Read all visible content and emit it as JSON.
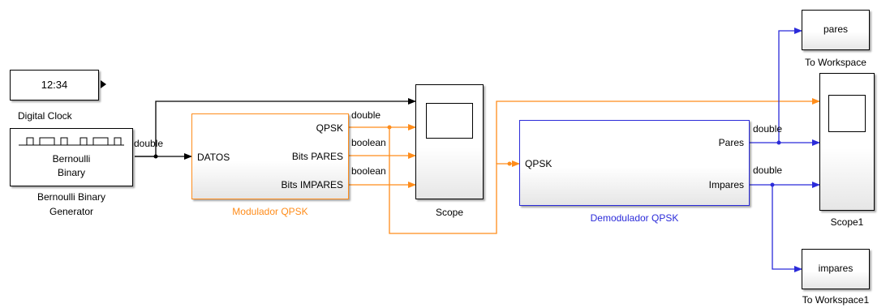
{
  "colors": {
    "black_wire": "#000000",
    "orange_wire": "#ff8c1a",
    "blue_wire": "#2b2bd9",
    "block_border": "#000000"
  },
  "blocks": {
    "digital_clock": {
      "display": "12:34",
      "label": "Digital Clock"
    },
    "bernoulli": {
      "text_line1": "Bernoulli",
      "text_line2": "Binary",
      "label_line1": "Bernoulli Binary",
      "label_line2": "Generator"
    },
    "modulator": {
      "in_port": "DATOS",
      "out_port1": "QPSK",
      "out_port2": "Bits PARES",
      "out_port3": "Bits IMPARES",
      "label": "Modulador QPSK"
    },
    "scope": {
      "label": "Scope"
    },
    "demodulator": {
      "in_port": "QPSK",
      "out_port1": "Pares",
      "out_port2": "Impares",
      "label": "Demodulador QPSK"
    },
    "scope1": {
      "label": "Scope1"
    },
    "to_workspace_pares": {
      "var": "pares",
      "label": "To Workspace"
    },
    "to_workspace_impares": {
      "var": "impares",
      "label": "To Workspace1"
    }
  },
  "signal_labels": {
    "bernoulli_out": "double",
    "qpsk_out": "double",
    "pares_mod": "boolean",
    "impares_mod": "boolean",
    "pares_demod": "double",
    "impares_demod": "double"
  }
}
